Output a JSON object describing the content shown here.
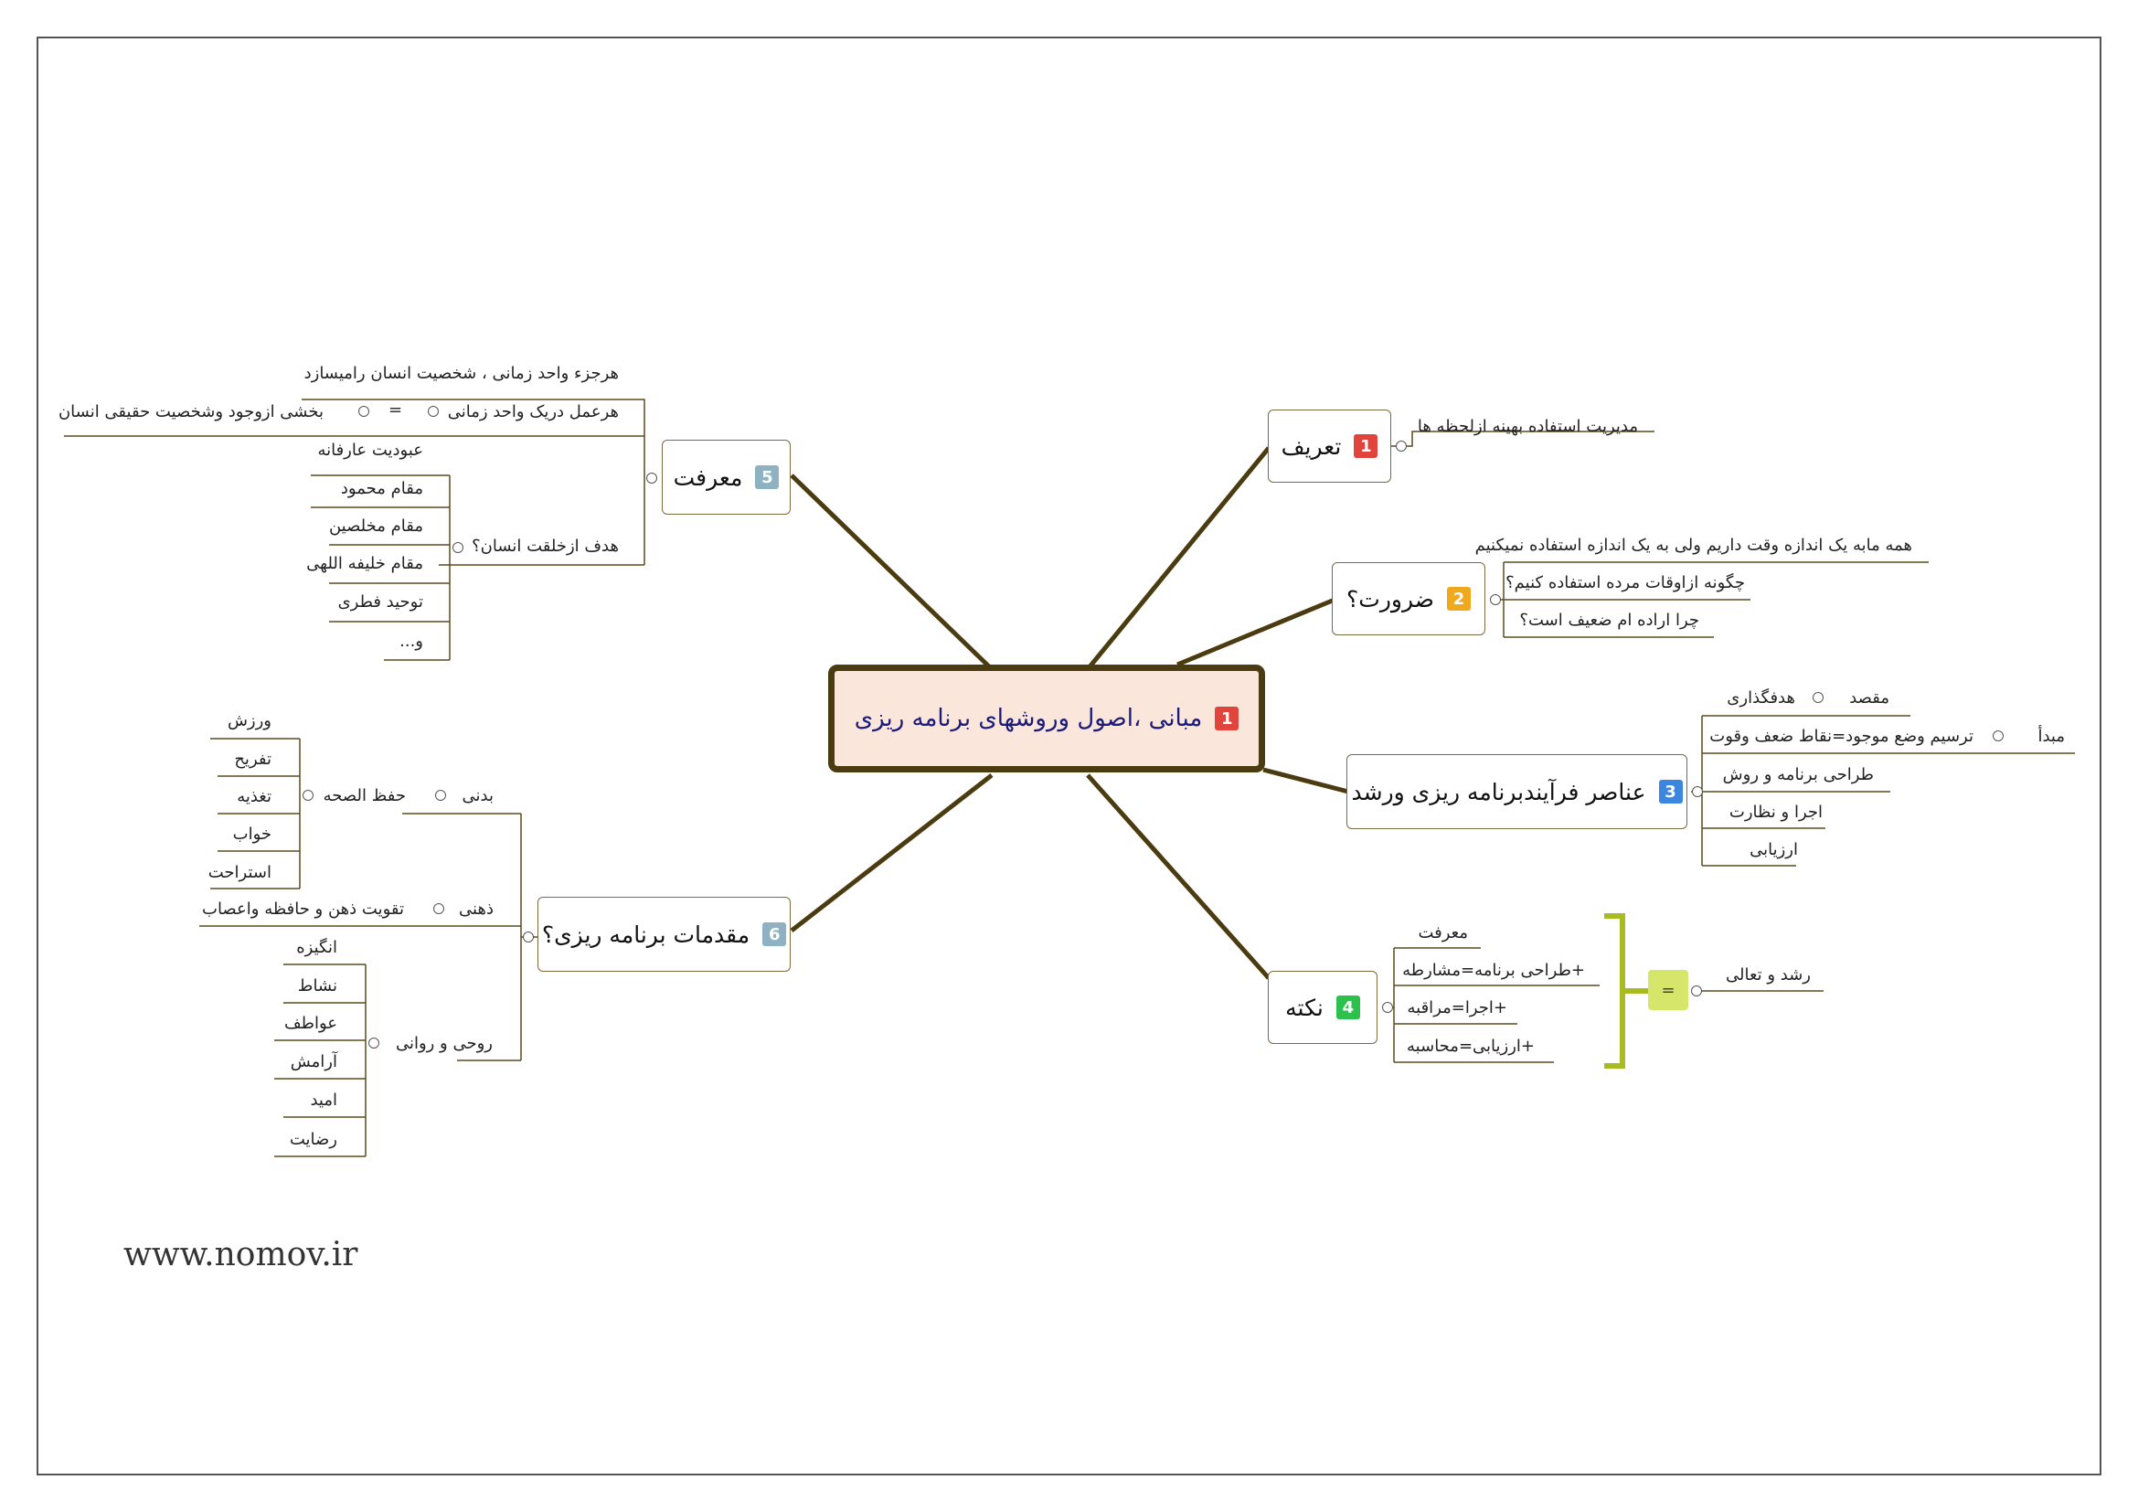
{
  "center": {
    "label": "مبانی ،اصول وروشهای برنامه ریزی",
    "badge": "1"
  },
  "topics": {
    "t1": {
      "label": "تعریف",
      "badge": "1",
      "color": "#e0443c"
    },
    "t2": {
      "label": "ضرورت؟",
      "badge": "2",
      "color": "#f0a81c"
    },
    "t3": {
      "label": "عناصر فرآیندبرنامه ریزی ورشد",
      "badge": "3",
      "color": "#3c86e0"
    },
    "t4": {
      "label": "نکته",
      "badge": "4",
      "color": "#2ec04c"
    },
    "t5": {
      "label": "معرفت",
      "badge": "5",
      "color": "#8fb2c2"
    },
    "t6": {
      "label": "مقدمات برنامه ریزی؟",
      "badge": "6",
      "color": "#8fb2c2"
    }
  },
  "leaves": {
    "def": "مدیریت استفاده بهینه ازلحظه ها",
    "nec1": "همه مابه یک اندازه وقت داریم ولی به یک اندازه استفاده نمیکنیم",
    "nec2": "چگونه ازاوقات مرده استفاده کنیم؟",
    "nec3": "چرا اراده ام ضعیف است؟",
    "el_maqsad": "مقصد",
    "el_hadaf": "هدفگذاری",
    "el_mabda": "مبدأ",
    "el_tarsim": "ترسیم وضع موجود=نقاط ضعف وقوت",
    "el_tarrahi": "طراحی برنامه و روش",
    "el_ejra": "اجرا و نظارت",
    "el_arzyabi": "ارزیابی",
    "nk1": "معرفت",
    "nk2": "+طراحی برنامه=مشارطه",
    "nk3": "+اجرا=مراقبه",
    "nk4": "+ارزیابی=محاسبه",
    "nk_eq": "=",
    "nk_result": "رشد و تعالی",
    "m1": "هرجزء واحد زمانی ، شخصیت انسان رامیسازد",
    "m2": "هرعمل دریک واحد زمانی",
    "m2_eq": "=",
    "m2b": "بخشی ازوجود وشخصیت حقیقی انسان",
    "m_goal": "هدف ازخلقت انسان؟",
    "mg1": "عبودیت عارفانه",
    "mg2": "مقام محمود",
    "mg3": "مقام مخلصین",
    "mg4": "مقام خلیفه اللهی",
    "mg5": "توحید فطری",
    "mg6": "و...",
    "b_badani": "بدنی",
    "b_hefz": "حفظ الصحه",
    "bh1": "ورزش",
    "bh2": "تفریح",
    "bh3": "تغذیه",
    "bh4": "خواب",
    "bh5": "استراحت",
    "b_zehni": "ذهنی",
    "b_zehni_leaf": "تقویت ذهن و حافظه واعصاب",
    "b_ruhi": "روحی و روانی",
    "br1": "انگیزه",
    "br2": "نشاط",
    "br3": "عواطف",
    "br4": "آرامش",
    "br5": "امید",
    "br6": "رضایت"
  },
  "footer": {
    "website": "www.nomov.ir"
  }
}
